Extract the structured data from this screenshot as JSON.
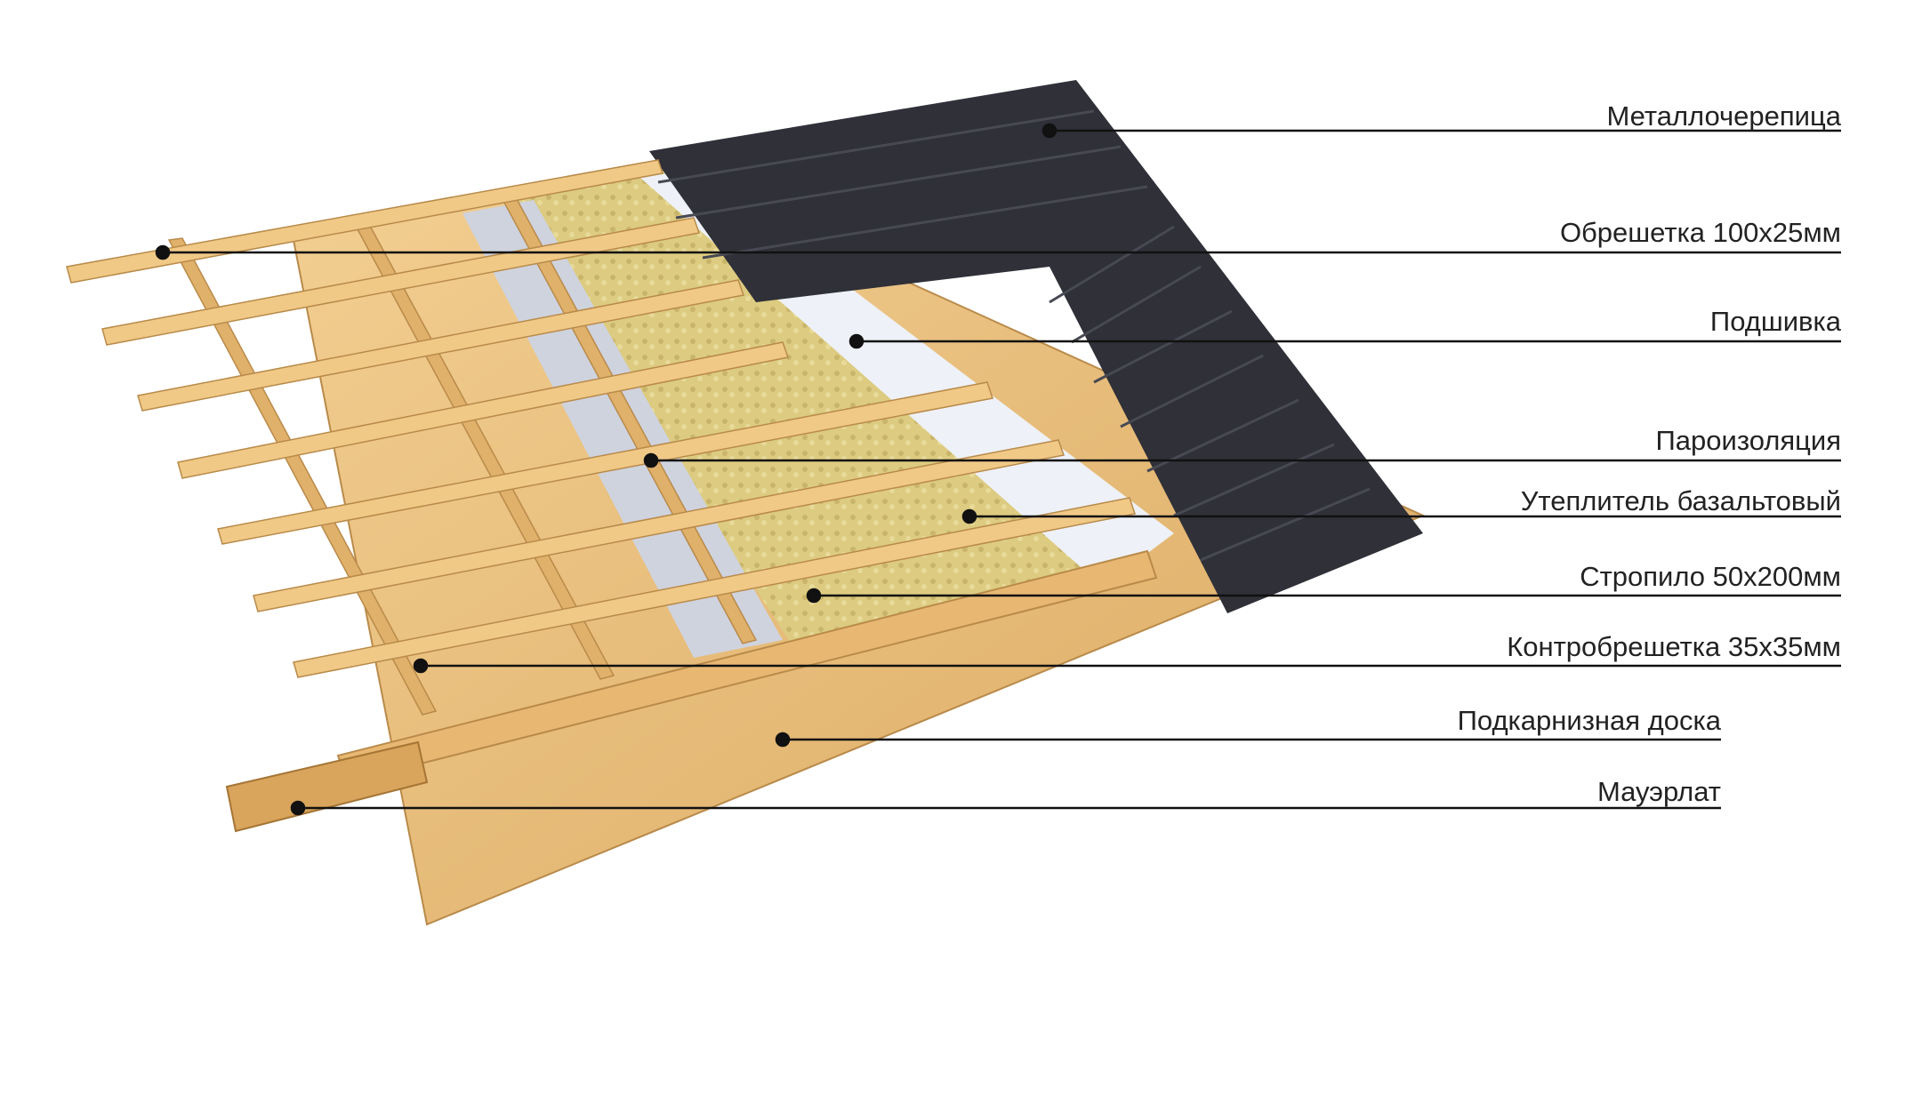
{
  "labels": [
    {
      "id": "metal-tile",
      "text": "Металлочерепица"
    },
    {
      "id": "lathing",
      "text": "Обрешетка 100х25мм"
    },
    {
      "id": "soffit",
      "text": "Подшивка"
    },
    {
      "id": "vapor-barrier",
      "text": "Пароизоляция"
    },
    {
      "id": "insulation",
      "text": "Утеплитель базальтовый"
    },
    {
      "id": "rafter",
      "text": "Стропило 50х200мм"
    },
    {
      "id": "counter-lathing",
      "text": "Контробрешетка 35х35мм"
    },
    {
      "id": "fascia-board",
      "text": "Подкарнизная доска"
    },
    {
      "id": "wall-plate",
      "text": "Мауэрлат"
    }
  ],
  "colors": {
    "wood": "#e9bf7c",
    "wood_dark": "#c89450",
    "insulation": "#d8c77a",
    "membrane": "#eef1f7",
    "vapor": "#cfd3de",
    "tile": "#2f3038",
    "line": "#111111"
  }
}
